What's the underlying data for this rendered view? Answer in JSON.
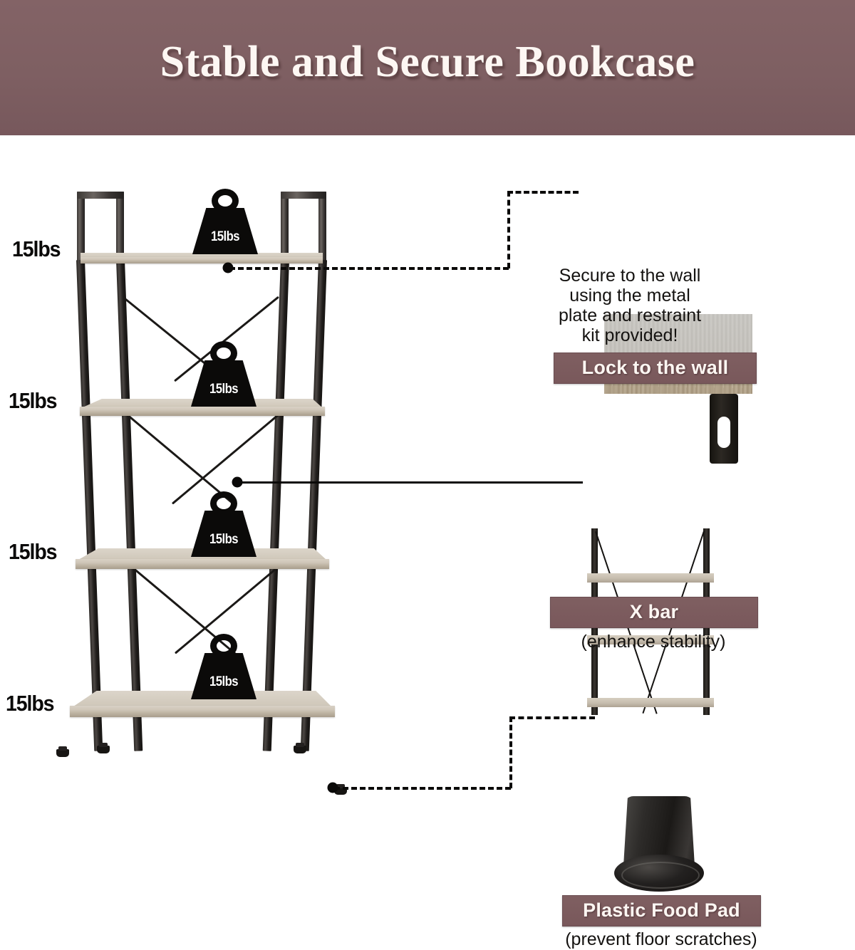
{
  "header": {
    "title": "Stable and Secure Bookcase",
    "background_color": "#7e5f62",
    "text_color": "#fdf7f3"
  },
  "theme": {
    "banner_color": "#7c5b5e",
    "banner_text_color": "#fdf6f2",
    "metal_color": "#1b1917",
    "wood_color": "#c6bdae",
    "page_background": "#ffffff"
  },
  "bookcase": {
    "name": "4-tier ladder bookcase",
    "tier_count": 4,
    "capacity_labels": [
      {
        "id": "tier-1",
        "text": "15lbs"
      },
      {
        "id": "tier-2",
        "text": "15lbs"
      },
      {
        "id": "tier-3",
        "text": "15lbs"
      },
      {
        "id": "tier-4",
        "text": "15lbs"
      }
    ],
    "weight_icons": [
      {
        "id": "weight-1",
        "text": "15lbs"
      },
      {
        "id": "weight-2",
        "text": "15lbs"
      },
      {
        "id": "weight-3",
        "text": "15lbs"
      },
      {
        "id": "weight-4",
        "text": "15lbs"
      }
    ]
  },
  "features": [
    {
      "id": "lock-to-the-wall",
      "description": "Secure to the wall using the metal plate and restraint kit provided!",
      "description_lines": [
        "Secure to the wall",
        "using the metal",
        "plate and restraint",
        "kit provided!"
      ],
      "banner": "Lock to the wall",
      "caption": ""
    },
    {
      "id": "x-bar",
      "description": "",
      "banner": "X bar",
      "caption": "(enhance stability)"
    },
    {
      "id": "plastic-foot-pad",
      "description": "",
      "banner": "Plastic Food Pad",
      "caption": "(prevent floor scratches)"
    }
  ]
}
